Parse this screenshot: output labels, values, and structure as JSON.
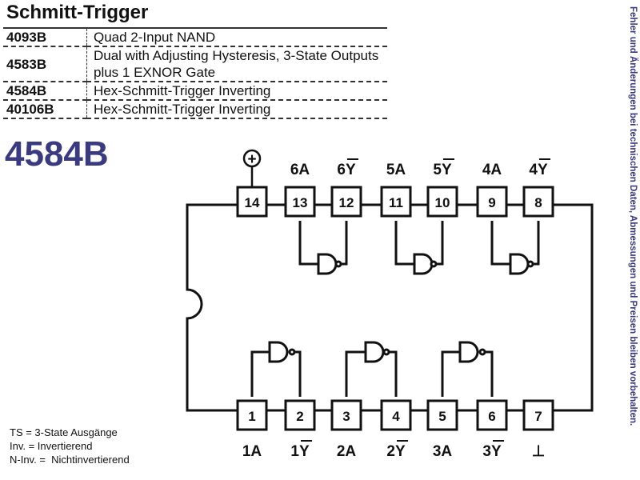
{
  "header": {
    "title": "Schmitt-Trigger"
  },
  "parts": [
    {
      "code": "4093B",
      "description": "Quad 2-Input NAND"
    },
    {
      "code": "4583B",
      "description": "Dual with Adjusting Hysteresis, 3-State Outputs plus 1 EXNOR Gate"
    },
    {
      "code": "4584B",
      "description": "Hex-Schmitt-Trigger Inverting"
    },
    {
      "code": "40106B",
      "description": "Hex-Schmitt-Trigger Inverting"
    }
  ],
  "chip": {
    "name": "4584B",
    "top_pins": [
      {
        "num": "14",
        "label": "+"
      },
      {
        "num": "13",
        "label": "6A"
      },
      {
        "num": "12",
        "label": "6Y"
      },
      {
        "num": "11",
        "label": "5A"
      },
      {
        "num": "10",
        "label": "5Y"
      },
      {
        "num": "9",
        "label": "4A"
      },
      {
        "num": "8",
        "label": "4Y"
      }
    ],
    "bottom_pins": [
      {
        "num": "1",
        "label": "1A"
      },
      {
        "num": "2",
        "label": "1Y"
      },
      {
        "num": "3",
        "label": "2A"
      },
      {
        "num": "4",
        "label": "2Y"
      },
      {
        "num": "5",
        "label": "3A"
      },
      {
        "num": "6",
        "label": "3Y"
      },
      {
        "num": "7",
        "label": "⊥"
      }
    ]
  },
  "legend": [
    "TS = 3-State Ausgänge",
    "Inv. = Invertierend",
    "N-Inv. =  Nichtinvertierend"
  ],
  "side_note": "Fehler und Änderungen bei technischen Daten, Abmessungen und Preisen bleiben vorbehalten."
}
